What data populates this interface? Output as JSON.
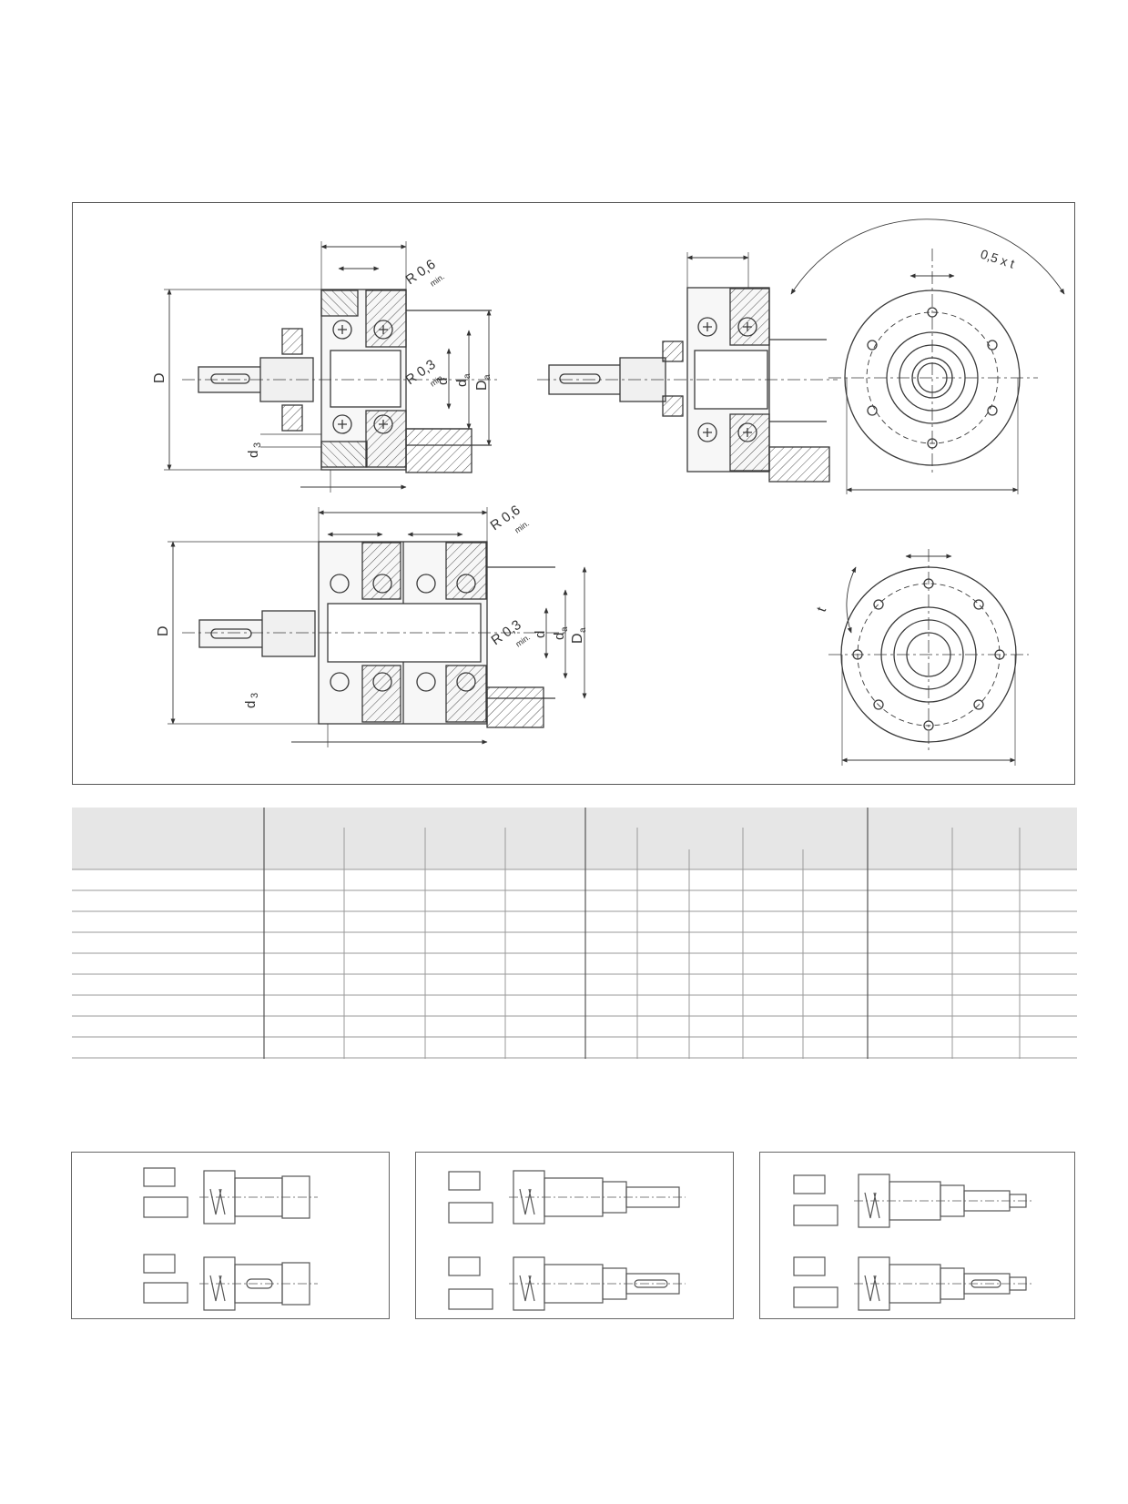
{
  "drawing": {
    "label_D": "D",
    "label_d": "d",
    "label_da": "d",
    "label_da_sub": "a",
    "label_Da": "D",
    "label_Da_sub": "a",
    "label_d3": "d",
    "label_d3_sub": "3",
    "label_R06": "R 0,6",
    "label_R03": "R 0,3",
    "label_min": "min.",
    "label_pitch_half": "0,5 x t",
    "label_pitch": "t"
  },
  "colors": {
    "line": "#3a3a3a",
    "hatch": "#555555",
    "table_header_bg": "#e6e6e6",
    "table_rule": "#9a9a9a"
  },
  "table": {
    "header_groups": 3,
    "body_rows": 9
  }
}
